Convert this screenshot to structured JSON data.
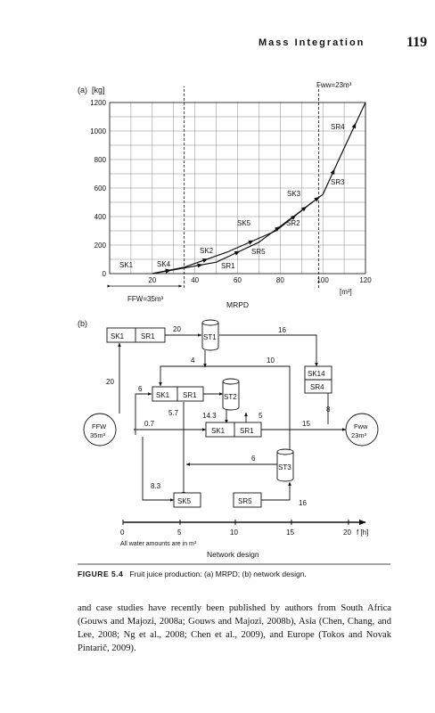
{
  "header": {
    "running_head": "Mass Integration",
    "page_number": "119"
  },
  "figure": {
    "panel_a": {
      "label": "(a)",
      "y_unit": "[kg]",
      "x_unit": "[m³]",
      "xlabel": "MRPD",
      "fww_label": "Fww=23m³",
      "ffw_label": "FFW=35m³",
      "segment_labels": [
        "SK1",
        "SK4",
        "SK2",
        "SR1",
        "SK5",
        "SR5",
        "SR2",
        "SK3",
        "SR3",
        "SR4"
      ]
    },
    "panel_b": {
      "label": "(b)",
      "source_ffw": [
        "FFW",
        "35m³"
      ],
      "sink_fww": [
        "Fww",
        "23m³"
      ],
      "boxes": {
        "sk1_top": "SK1",
        "sr1_top": "SR1",
        "sk1_mid": "SK1",
        "sr1_mid": "SR1",
        "sk1_low": "SK1",
        "sr1_low": "SR1",
        "sk14": "SK14",
        "sr4": "SR4",
        "sk5": "SK5",
        "sr5": "SR5"
      },
      "tanks": {
        "st1": "ST1",
        "st2": "ST2",
        "st3": "ST3"
      },
      "flow_labels": {
        "f20_top": "20",
        "f16_top": "16",
        "f4": "4",
        "f10": "10",
        "f20_left": "20",
        "f6": "6",
        "f5_7": "5.7",
        "f14_3": "14.3",
        "f5": "5",
        "f0_7": "0.7",
        "f15": "15",
        "f8": "8",
        "f6_mid": "6",
        "f8_3": "8.3",
        "f16_bot": "16"
      },
      "timeline": {
        "ticks": [
          "0",
          "5",
          "10",
          "15",
          "20"
        ],
        "unit": "f [h]",
        "note": "All water amounts are in m³",
        "title": "Network design"
      }
    },
    "caption_label": "FIGURE 5.4",
    "caption_text": "Fruit juice production: (a) MRPD; (b) network design."
  },
  "chart_data": {
    "type": "line",
    "title": "",
    "xlabel": "MRPD",
    "ylabel": "[kg]",
    "x_unit": "[m³]",
    "xlim": [
      0,
      120
    ],
    "ylim": [
      0,
      1200
    ],
    "x_ticks": [
      20,
      40,
      60,
      80,
      100,
      120
    ],
    "y_ticks": [
      0,
      200,
      400,
      600,
      800,
      1000,
      1200
    ],
    "grid": true,
    "series": [
      {
        "values": [
          [
            20,
            0
          ],
          [
            35,
            45
          ],
          [
            55,
            150
          ],
          [
            78,
            300
          ],
          [
            95,
            500
          ],
          [
            100,
            555
          ],
          [
            110,
            880
          ],
          [
            120,
            1200
          ]
        ]
      },
      {
        "values": [
          [
            20,
            0
          ],
          [
            35,
            40
          ],
          [
            50,
            80
          ],
          [
            70,
            220
          ],
          [
            88,
            420
          ],
          [
            95,
            500
          ]
        ]
      }
    ],
    "vlines": [
      35,
      98
    ]
  },
  "body_text": "and case studies have recently been published by authors from South Africa (Gouws and Majozi, 2008a; Gouws and Majozi, 2008b), Asia (Chen, Chang, and Lee, 2008; Ng et al., 2008; Chen et al., 2009), and Europe (Tokos and Novak Pintarič, 2009)."
}
